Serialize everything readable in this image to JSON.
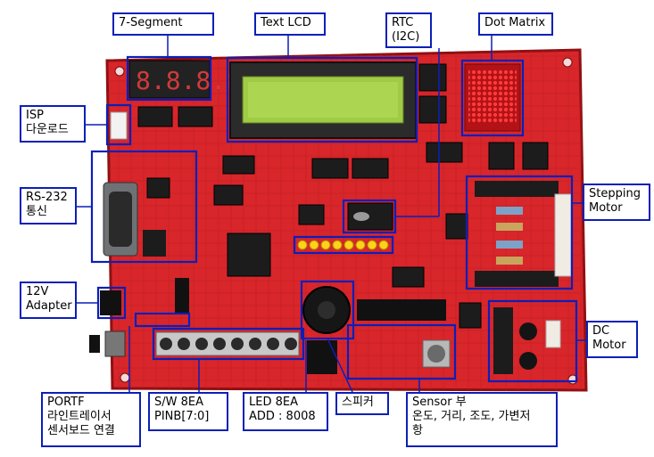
{
  "labels": {
    "seven_segment": "7-Segment",
    "text_lcd": "Text LCD",
    "rtc_line1": "RTC",
    "rtc_line2": "(I2C)",
    "dot_matrix": "Dot Matrix",
    "isp_line1": "ISP",
    "isp_line2": "다운로드",
    "rs232_line1": "RS-232",
    "rs232_line2": "통신",
    "stepping_line1": "Stepping",
    "stepping_line2": "Motor",
    "v12_line1": "12V",
    "v12_line2": "Adapter",
    "dc_line1": "DC",
    "dc_line2": "Motor",
    "portf_line1": "PORTF",
    "portf_line2": "라인트레이서",
    "portf_line3": "센서보드 연결",
    "sw_line1": "S/W 8EA",
    "sw_line2": "PINB[7:0]",
    "led_line1": "LED 8EA",
    "led_line2": "ADD : 8008",
    "speaker": "스피커",
    "sensor_line1": "Sensor 부",
    "sensor_line2": "온도, 거리, 조도, 가변저",
    "sensor_line3": "항"
  },
  "board": {
    "segment_digits": "8.8.8.8.",
    "lcd_text": "",
    "colors": {
      "pcb": "#d8262b",
      "pcb_dark": "#a5161a",
      "chip": "#1c1c1c",
      "lcd": "#9fcb45",
      "callout": "#0b1fb8",
      "led_yellow": "#ffd21a"
    }
  }
}
